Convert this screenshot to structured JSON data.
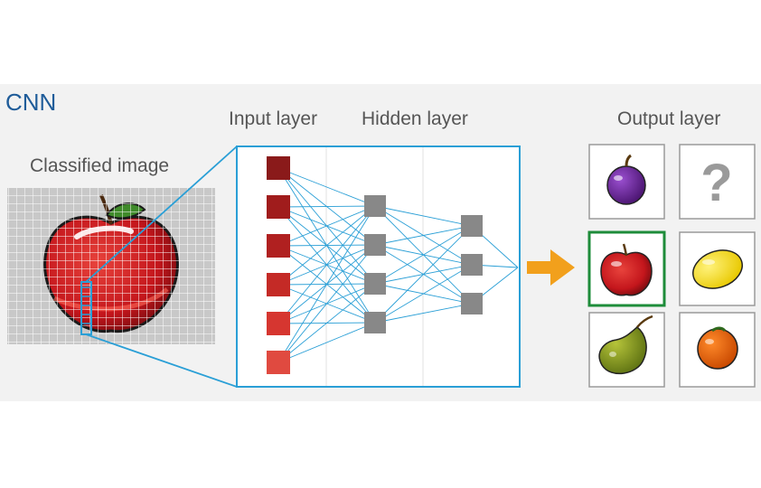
{
  "title": "CNN",
  "labels": {
    "classified_image": "Classified image",
    "input_layer": "Input layer",
    "hidden_layer": "Hidden layer",
    "output_layer": "Output layer"
  },
  "network": {
    "input_nodes": 6,
    "hidden1_nodes": 4,
    "hidden2_nodes": 3
  },
  "outputs": [
    {
      "name": "plum",
      "selected": false
    },
    {
      "name": "unknown",
      "selected": false
    },
    {
      "name": "apple",
      "selected": true
    },
    {
      "name": "lemon",
      "selected": false
    },
    {
      "name": "pear",
      "selected": false
    },
    {
      "name": "orange",
      "selected": false
    }
  ],
  "outputs_unknown_glyph": "?",
  "colors": {
    "accent_blue": "#2a9fd6",
    "title_blue": "#1f5c99",
    "node_gray": "#888888",
    "arrow_orange": "#f2a01c",
    "selected_green": "#1e8c3a"
  }
}
